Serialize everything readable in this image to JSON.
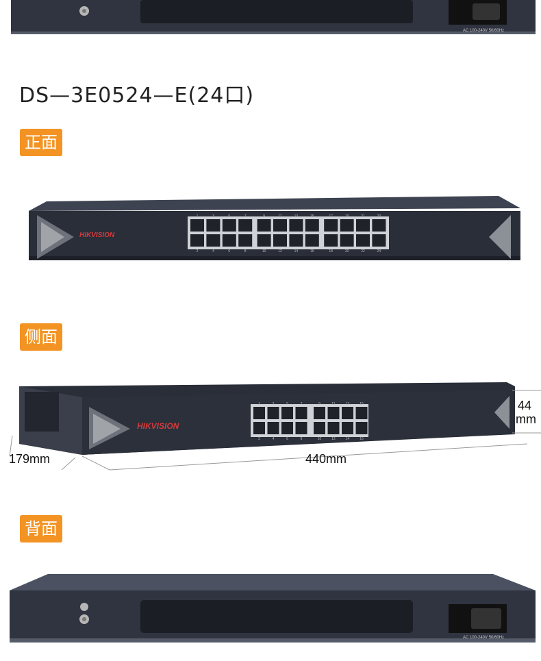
{
  "title": "DS—3E0524—E(24口)",
  "sections": {
    "front": "正面",
    "side": "侧面",
    "back": "背面"
  },
  "brand": "HIKVISION",
  "back_panel": {
    "power_label": "AC 100-240V 50/60Hz"
  },
  "dimensions": {
    "depth": "179mm",
    "width": "440mm",
    "height_value": "44",
    "height_unit": "mm"
  },
  "front_ports": {
    "top_labels": [
      "1",
      "3",
      "5",
      "7",
      "9",
      "11",
      "13",
      "15",
      "17",
      "19",
      "21",
      "23"
    ],
    "bottom_labels": [
      "2",
      "4",
      "6",
      "8",
      "10",
      "12",
      "14",
      "16",
      "18",
      "20",
      "22",
      "24"
    ]
  },
  "side_ports": {
    "top_labels": [
      "1",
      "3",
      "5",
      "7",
      "9",
      "11",
      "13",
      "15"
    ],
    "bottom_labels": [
      "2",
      "4",
      "6",
      "8",
      "10",
      "12",
      "14",
      "16"
    ]
  },
  "colors": {
    "accent": "#f39323",
    "chassis": "#2b2f3b"
  }
}
